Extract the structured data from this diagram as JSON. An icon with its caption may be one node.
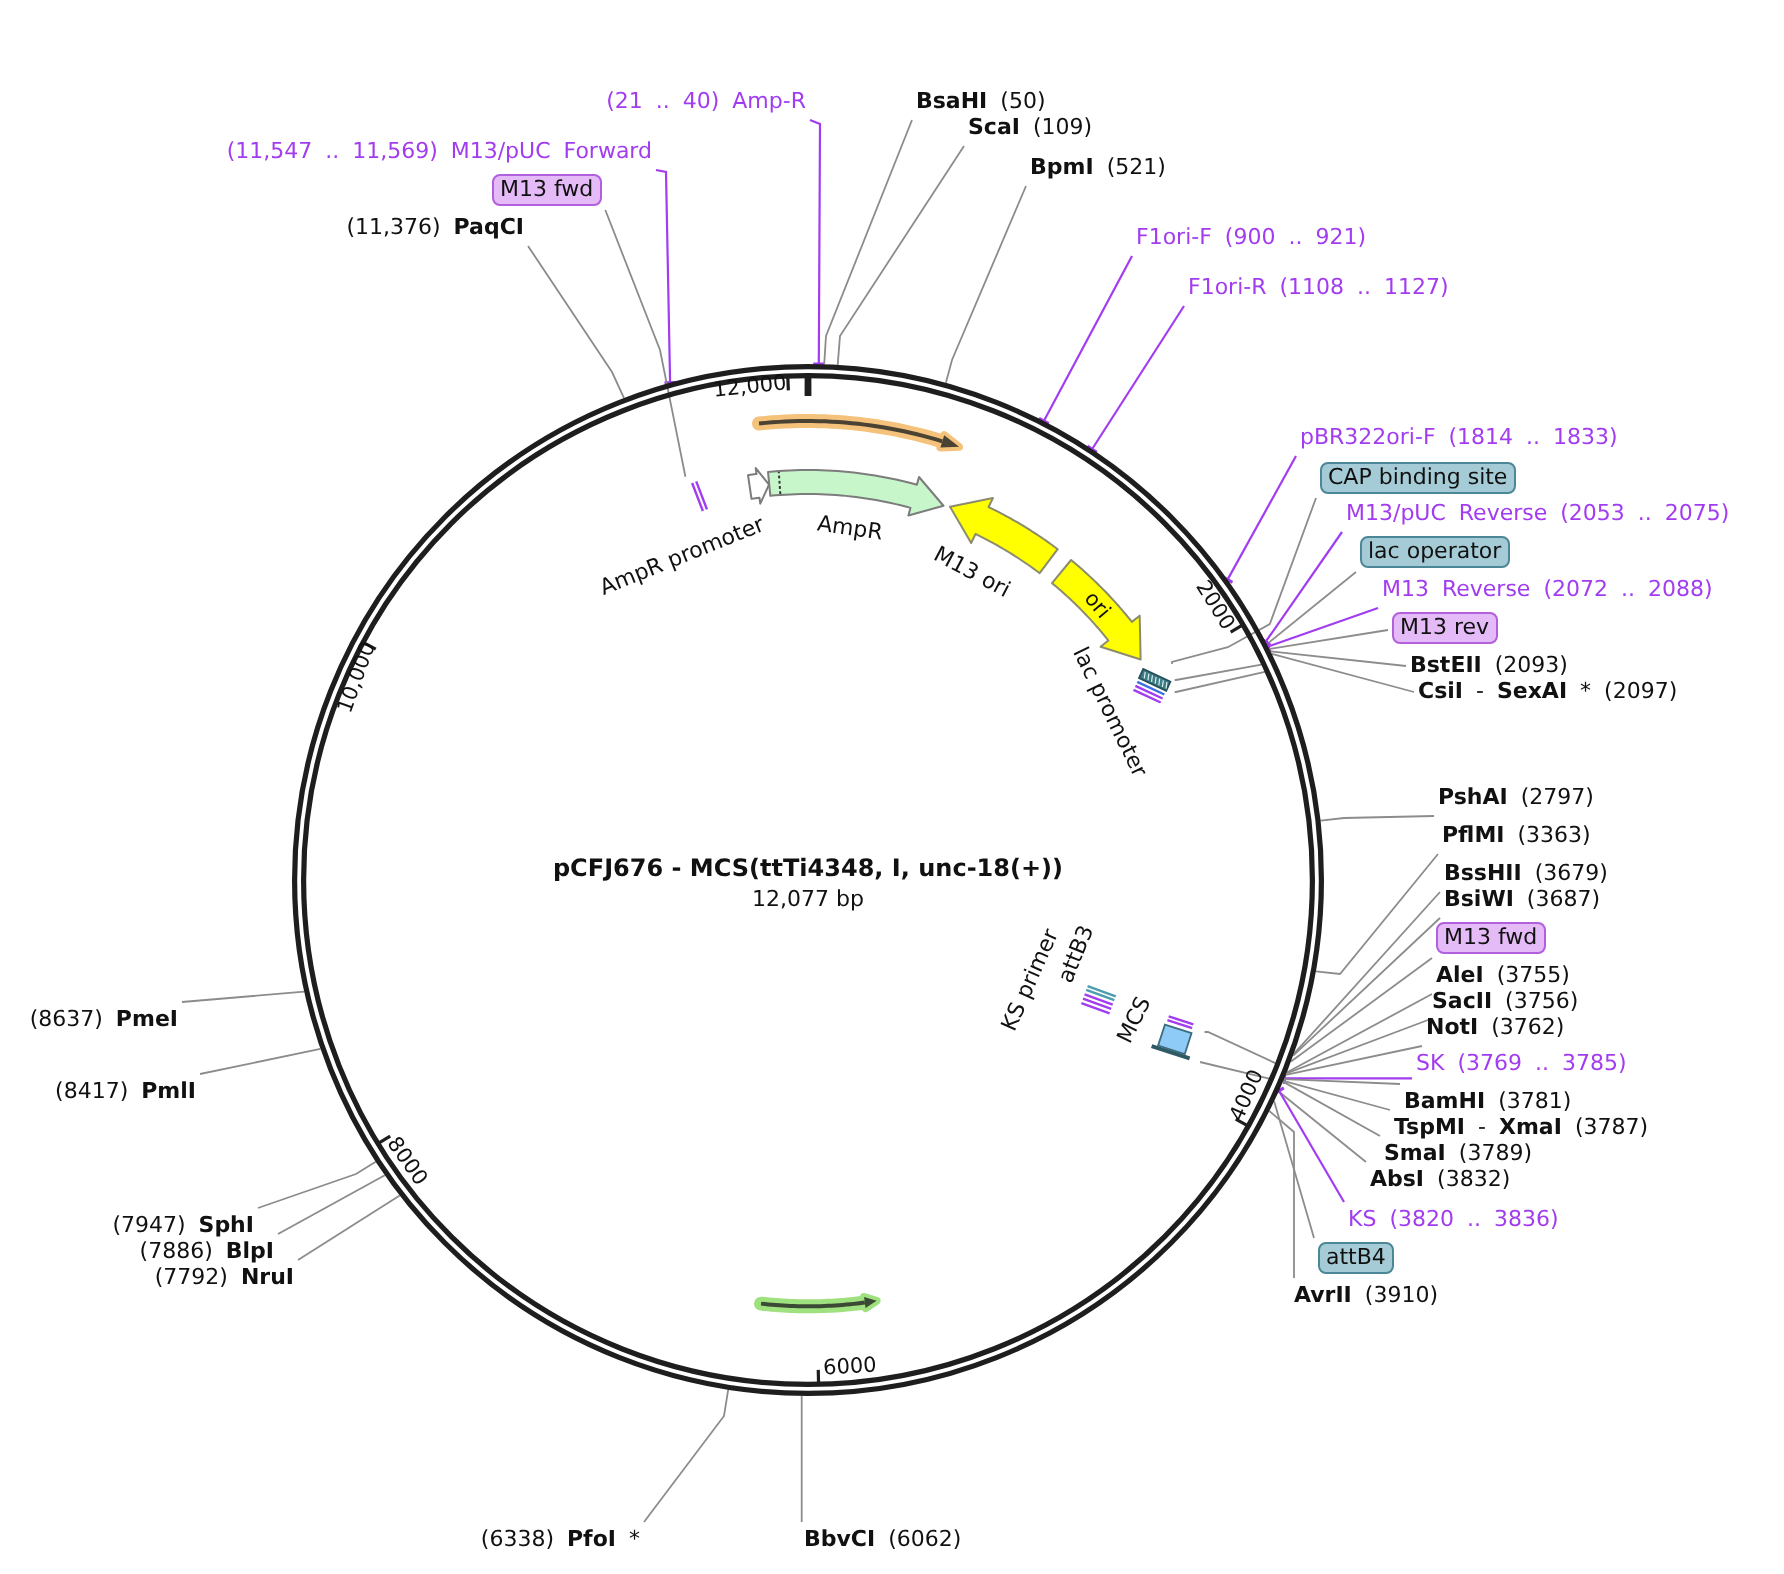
{
  "diagram": {
    "nodes": [
      {
        "text": [
          "pCFJ676 - MCS(ttTi4348, I, unc-18(+))",
          "12,077 bp"
        ]
      },
      {
        "text": [],
        "shape": "arrow",
        "in": 0
      },
      {
        "text": [],
        "shape": "arrow",
        "in": 0,
        "beside": [
          "AmpR promoter"
        ]
      },
      {
        "text": [],
        "shape": "arrow",
        "in": 0,
        "beside": [
          "AmpR"
        ]
      },
      {
        "text": [],
        "shape": "arrow",
        "in": 0,
        "beside": [
          "M13 ori"
        ]
      },
      {
        "text": [
          "ori"
        ],
        "in": 0
      },
      {
        "text": [],
        "shape": "box",
        "in": 0,
        "beside": [
          "lac promoter"
        ]
      },
      {
        "text": [],
        "shape": "bar",
        "in": 0
      },
      {
        "text": [],
        "shape": "bar",
        "in": 0,
        "beside": [
          "KS primer",
          "attB3"
        ]
      },
      {
        "text": [],
        "shape": "box",
        "in": 0,
        "beside": [
          "MCS"
        ]
      },
      {
        "text": [],
        "shape": "arrow",
        "in": 0
      },
      {
        "text": [
          "(21 .. 40) Amp-R"
        ]
      },
      {
        "text": [
          "**BsaHI** (50)"
        ]
      },
      {
        "text": [
          "**ScaI** (109)"
        ]
      },
      {
        "text": [
          "(11,547 .. 11,569) M13/pUC Forward"
        ]
      },
      {
        "text": [
          "**BpmI** (521)"
        ]
      },
      {
        "text": [
          "M13 fwd"
        ]
      },
      {
        "text": [
          "(11,376) **PaqCI**"
        ]
      },
      {
        "text": [
          "F1ori-F (900 .. 921)"
        ]
      },
      {
        "text": [
          "F1ori-R (1108 .. 1127)"
        ]
      },
      {
        "text": [
          "pBR322ori-F (1814 .. 1833)"
        ]
      },
      {
        "text": [
          "CAP binding site"
        ]
      },
      {
        "text": [
          "M13/pUC Reverse (2053 .. 2075)"
        ]
      },
      {
        "text": [
          "lac operator"
        ]
      },
      {
        "text": [
          "M13 Reverse (2072 .. 2088)"
        ]
      },
      {
        "text": [
          "M13 rev"
        ]
      },
      {
        "text": [
          "**BstEII** (2093)"
        ]
      },
      {
        "text": [
          "**CsiI** - **SexAI** * (2097)"
        ]
      },
      {
        "text": [
          "**PshAI** (2797)"
        ]
      },
      {
        "text": [
          "**PflMI** (3363)"
        ]
      },
      {
        "text": [
          "**BssHII** (3679)"
        ]
      },
      {
        "text": [
          "**BsiWI** (3687)"
        ]
      },
      {
        "text": [
          "M13 fwd"
        ]
      },
      {
        "text": [
          "**AleI** (3755)"
        ]
      },
      {
        "text": [
          "**SacII** (3756)"
        ]
      },
      {
        "text": [
          "(8637) **PmeI**"
        ]
      },
      {
        "text": [
          "**NotI** (3762)"
        ]
      },
      {
        "text": [
          "SK (3769 .. 3785)"
        ]
      },
      {
        "text": [
          "(8417) **PmlI**"
        ]
      },
      {
        "text": [
          "**BamHI** (3781)"
        ]
      },
      {
        "text": [
          "**TspMI** - **XmaI** (3787)"
        ]
      },
      {
        "text": [
          "**SmaI** (3789)"
        ]
      },
      {
        "text": [
          "**AbsI** (3832)"
        ]
      },
      {
        "text": [
          "KS (3820 .. 3836)"
        ]
      },
      {
        "text": [
          "(7947) **SphI**"
        ]
      },
      {
        "text": [
          "(7886) **BlpI**"
        ]
      },
      {
        "text": [
          "attB4"
        ]
      },
      {
        "text": [
          "(7792) **NruI**"
        ]
      },
      {
        "text": [
          "**AvrII** (3910)"
        ]
      },
      {
        "text": [
          "(6338) **PfoI** *"
        ]
      },
      {
        "text": [
          "**BbvCI** (6062)"
        ]
      }
    ],
    "edges": [
      {
        "from": 11,
        "to": 0,
        "arrow": "other",
        "color": "#a23cf0"
      },
      {
        "from": 12,
        "to": 0,
        "arrow": "none"
      },
      {
        "from": 13,
        "to": 0,
        "arrow": "none"
      },
      {
        "from": 14,
        "to": 0,
        "arrow": "other",
        "color": "#a23cf0"
      },
      {
        "from": 15,
        "to": 0,
        "arrow": "none"
      },
      {
        "from": 16,
        "to": 7,
        "arrow": "none"
      },
      {
        "from": 17,
        "to": 0,
        "arrow": "none"
      },
      {
        "from": 18,
        "to": 0,
        "arrow": "other",
        "color": "#a23cf0"
      },
      {
        "from": 19,
        "to": 0,
        "arrow": "other",
        "color": "#a23cf0"
      },
      {
        "from": 20,
        "to": 0,
        "arrow": "other",
        "color": "#a23cf0"
      },
      {
        "from": 21,
        "to": 6,
        "arrow": "none"
      },
      {
        "from": 22,
        "to": 0,
        "arrow": "other",
        "color": "#a23cf0"
      },
      {
        "from": 23,
        "to": 0,
        "arrow": "none"
      },
      {
        "from": 24,
        "to": 0,
        "arrow": "other",
        "color": "#a23cf0"
      },
      {
        "from": 25,
        "to": 0,
        "arrow": "none"
      },
      {
        "from": 26,
        "to": 0,
        "arrow": "none"
      },
      {
        "from": 27,
        "to": 0,
        "arrow": "none"
      },
      {
        "from": 6,
        "to": 0,
        "arrow": "none"
      },
      {
        "from": 6,
        "to": 0,
        "arrow": "none"
      },
      {
        "from": 28,
        "to": 0,
        "arrow": "none"
      },
      {
        "from": 29,
        "to": 0,
        "arrow": "none"
      },
      {
        "from": 30,
        "to": 0,
        "arrow": "none"
      },
      {
        "from": 31,
        "to": 0,
        "arrow": "none"
      },
      {
        "from": 32,
        "to": 0,
        "arrow": "none"
      },
      {
        "from": 33,
        "to": 0,
        "arrow": "none"
      },
      {
        "from": 34,
        "to": 0,
        "arrow": "none"
      },
      {
        "from": 35,
        "to": 0,
        "arrow": "none"
      },
      {
        "from": 36,
        "to": 0,
        "arrow": "none"
      },
      {
        "from": 37,
        "to": 0,
        "arrow": "other",
        "color": "#a23cf0"
      },
      {
        "from": 38,
        "to": 0,
        "arrow": "none"
      },
      {
        "from": 39,
        "to": 0,
        "arrow": "none"
      },
      {
        "from": 40,
        "to": 0,
        "arrow": "none"
      },
      {
        "from": 41,
        "to": 0,
        "arrow": "none"
      },
      {
        "from": 42,
        "to": 0,
        "arrow": "none"
      },
      {
        "from": 43,
        "to": 0,
        "arrow": "other",
        "color": "#a23cf0"
      },
      {
        "from": 44,
        "to": 0,
        "arrow": "none"
      },
      {
        "from": 45,
        "to": 0,
        "arrow": "none"
      },
      {
        "from": 46,
        "to": 0,
        "arrow": "none"
      },
      {
        "from": 47,
        "to": 0,
        "arrow": "none"
      },
      {
        "from": 48,
        "to": 0,
        "arrow": "none"
      },
      {
        "from": 49,
        "to": 0,
        "arrow": "none"
      },
      {
        "from": 50,
        "to": 0,
        "arrow": "none"
      },
      {
        "from": 9,
        "to": 0,
        "arrow": "none"
      },
      {
        "from": 9,
        "to": 0,
        "arrow": "none"
      }
    ],
    "labels": [
      "12,000",
      "2000",
      "10,000",
      "4000",
      "8000",
      "6000"
    ]
  }
}
